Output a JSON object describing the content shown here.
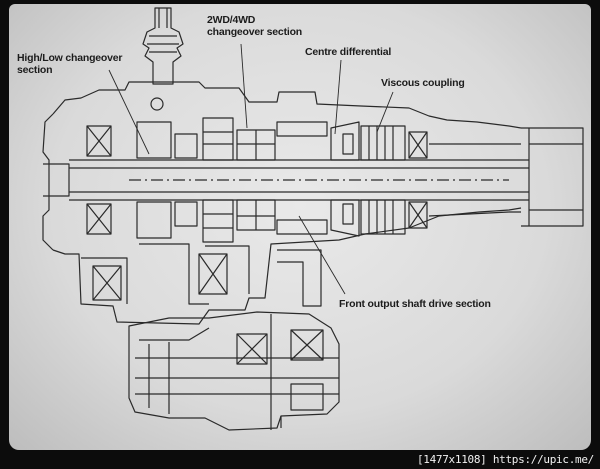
{
  "labels": {
    "high_low": [
      "High/Low changeover",
      "section"
    ],
    "two_four": [
      "2WD/4WD",
      "changeover section"
    ],
    "centre_diff": "Centre differential",
    "viscous": "Viscous coupling",
    "front_output": "Front output shaft drive section"
  },
  "footer": {
    "dimensions": "[1477x1108]",
    "url": "https://upic.me/"
  },
  "colors": {
    "line": "#2a2a2a",
    "paper": "#e2e2e2",
    "background": "#0c0c0c"
  }
}
